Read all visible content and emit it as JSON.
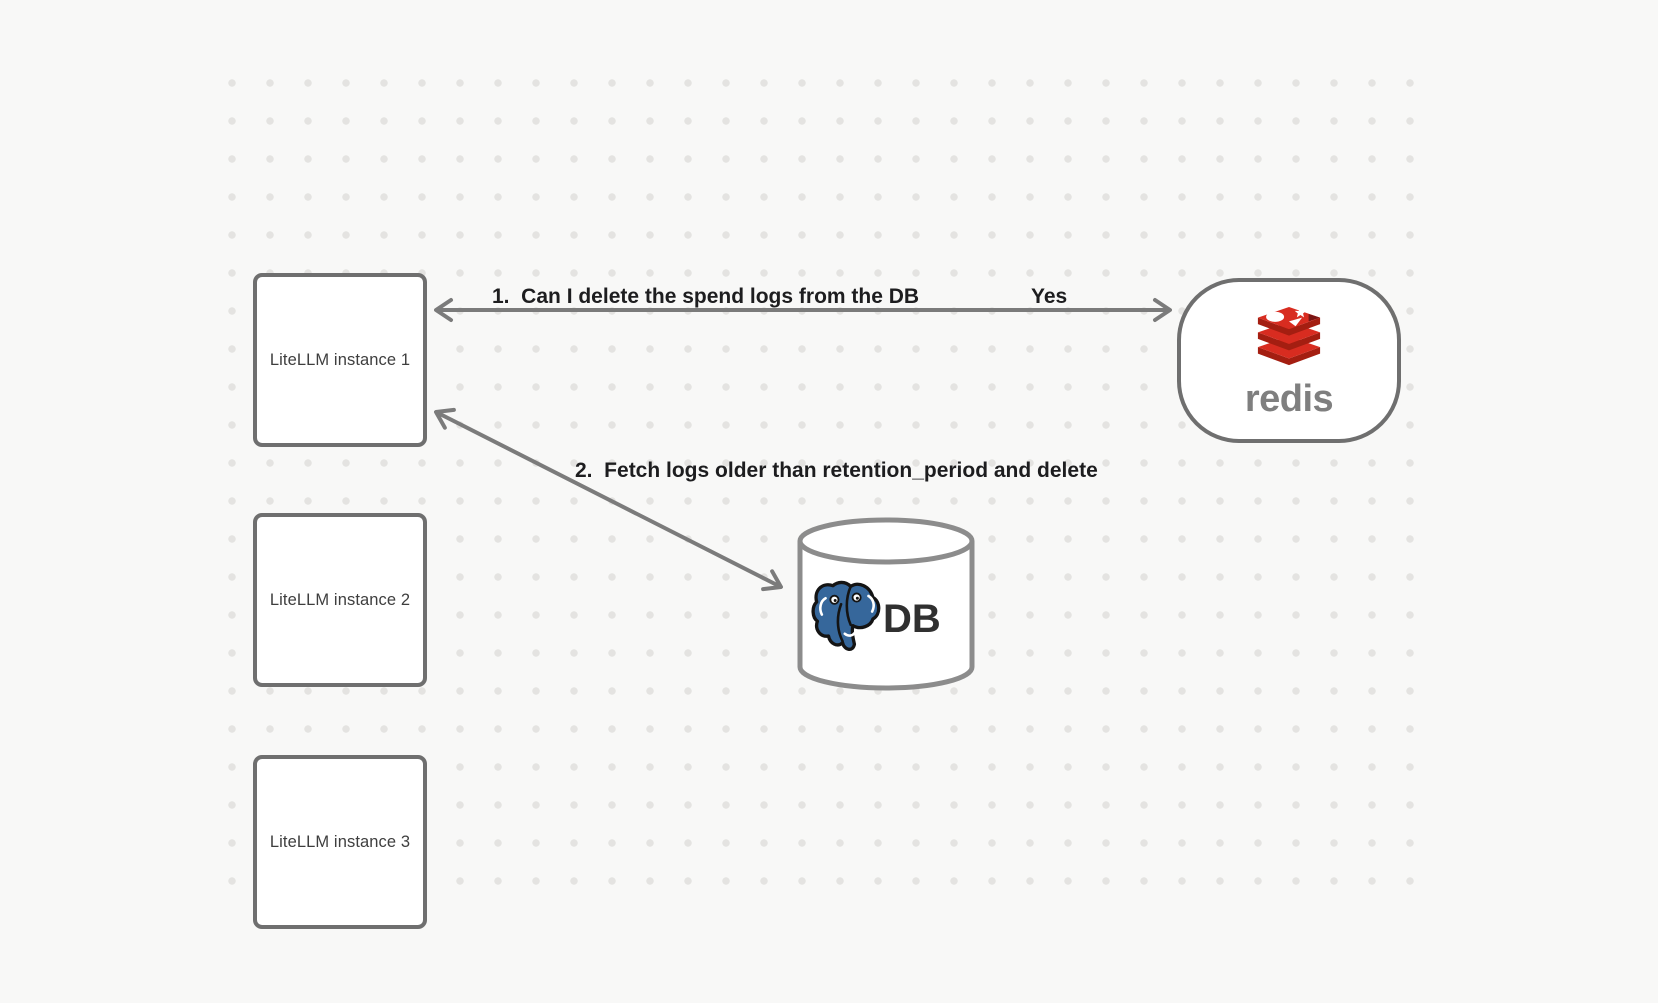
{
  "canvas": {
    "background": "#f8f8f7",
    "dot_color": "#e4e3e1",
    "border_color": "#6f6f6f",
    "arrow_color": "#7b7b7b",
    "label_text_color": "#1d1d1f"
  },
  "nodes": {
    "instances": [
      {
        "label": "LiteLLM instance 1"
      },
      {
        "label": "LiteLLM instance 2"
      },
      {
        "label": "LiteLLM instance 3"
      }
    ],
    "redis": {
      "wordmark": "redis",
      "icon": "redis-stack-icon",
      "brand_red": "#D82C20",
      "brand_dark_red": "#A41E11",
      "wordmark_color": "#7f7f7f"
    },
    "db": {
      "label": "DB",
      "icon": "postgresql-elephant-icon",
      "postgres_blue": "#36679B"
    }
  },
  "edges": [
    {
      "label": "1.  Can I delete the spend logs from the DB",
      "response": "Yes",
      "from": "litellm-instance-1",
      "to": "redis",
      "direction": "bidirectional"
    },
    {
      "label": "2.  Fetch logs older than retention_period and delete",
      "from": "litellm-instance-1",
      "to": "db",
      "direction": "bidirectional"
    }
  ]
}
